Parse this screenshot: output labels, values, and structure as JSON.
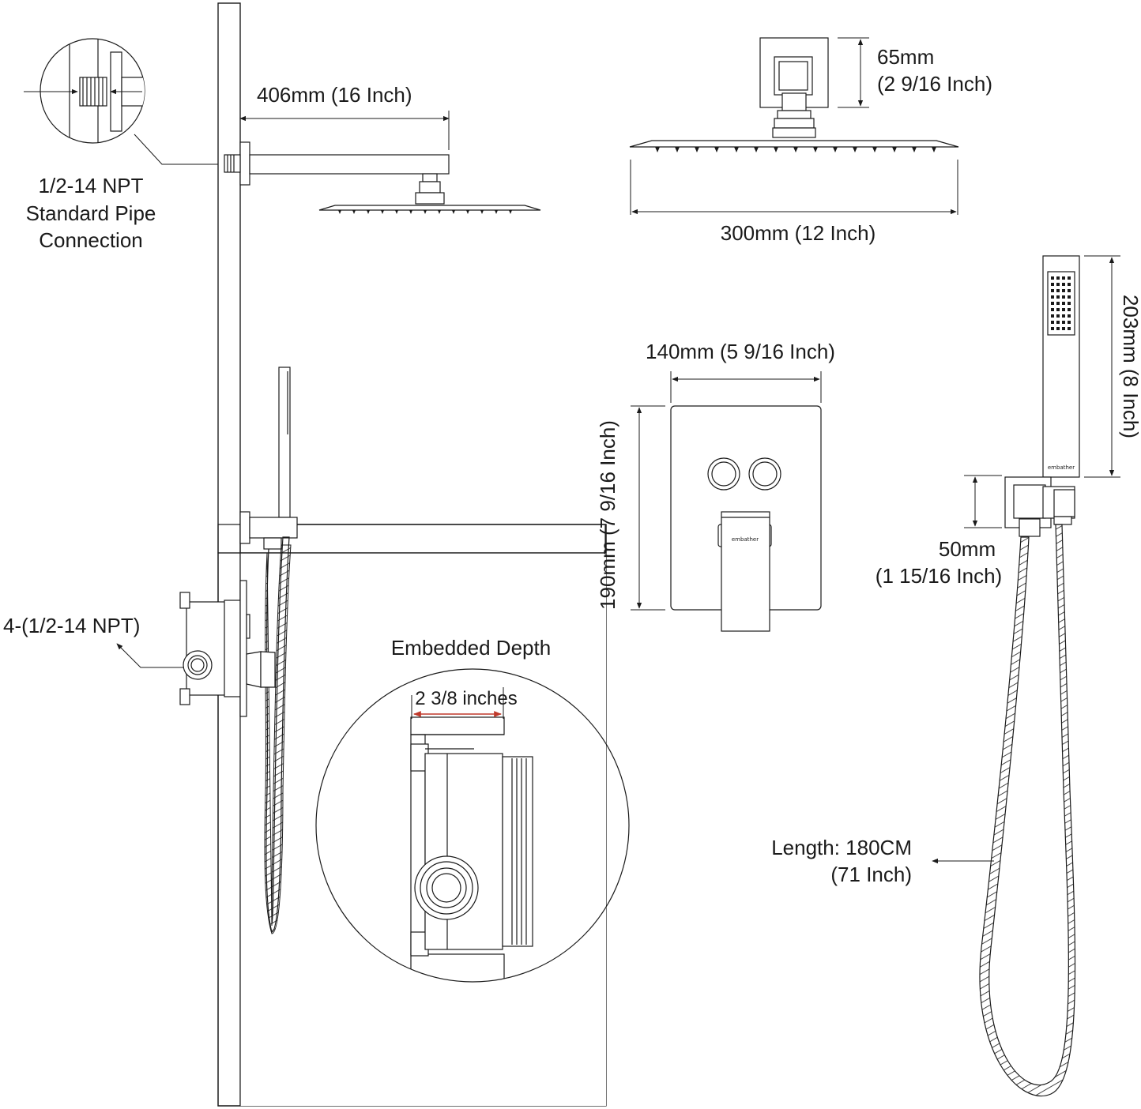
{
  "labels": {
    "arm_length": "406mm (16 Inch)",
    "pipe_connection_1": "1/2-14 NPT",
    "pipe_connection_2": "Standard Pipe",
    "pipe_connection_3": "Connection",
    "valve_ports": "4-(1/2-14 NPT)",
    "embedded_title": "Embedded Depth",
    "embedded_depth": "2 3/8 inches",
    "head_height_1": "65mm",
    "head_height_2": "(2 9/16 Inch)",
    "head_width": "300mm (12 Inch)",
    "plate_width": "140mm (5 9/16 Inch)",
    "plate_height": "190mm (7 9/16 Inch)",
    "handheld_length": "203mm (8 Inch)",
    "holder_height_1": "50mm",
    "holder_height_2": "(1 15/16 Inch)",
    "hose_length_1": "Length: 180CM",
    "hose_length_2": "(71 Inch)",
    "brand_handle": "embather",
    "brand_handheld": "embather"
  },
  "colors": {
    "line": "#1a1a1a",
    "accent_dimension": "#c0392b",
    "background": "#ffffff"
  }
}
